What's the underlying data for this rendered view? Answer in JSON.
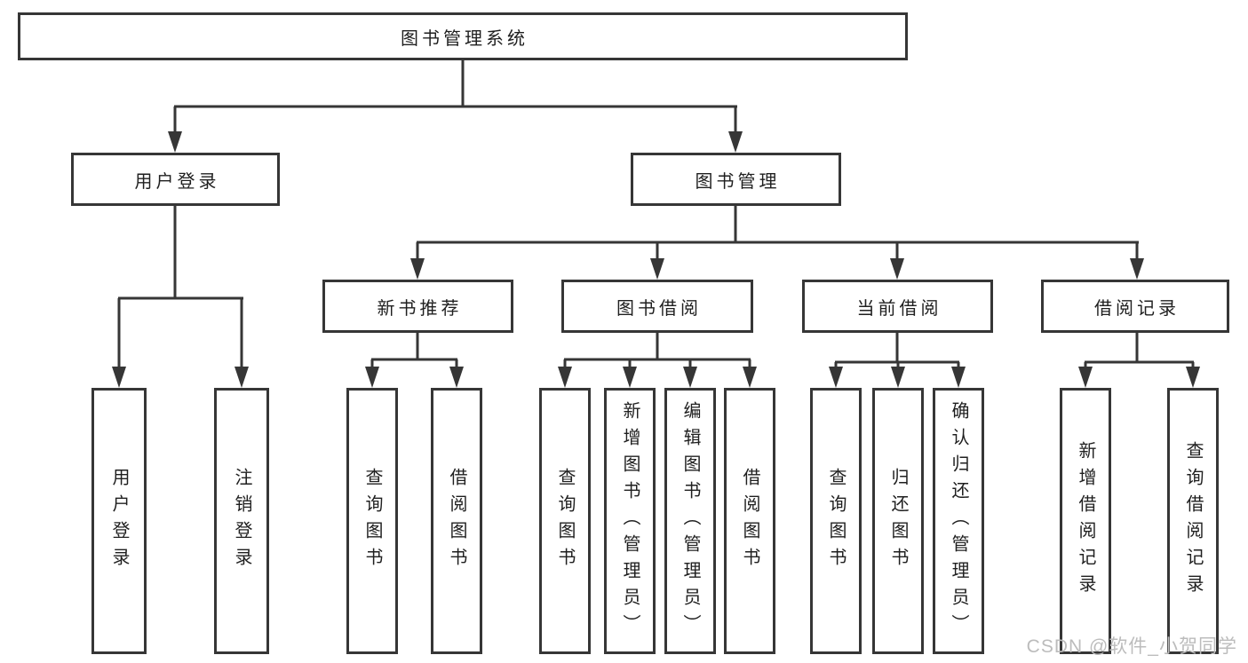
{
  "diagram": {
    "root": {
      "label": "图书管理系统"
    },
    "level2": {
      "user_login": {
        "label": "用户登录"
      },
      "book_management": {
        "label": "图书管理"
      }
    },
    "level3": {
      "new_book_recommend": {
        "label": "新书推荐"
      },
      "book_borrow": {
        "label": "图书借阅"
      },
      "current_borrow": {
        "label": "当前借阅"
      },
      "borrow_records": {
        "label": "借阅记录"
      }
    },
    "leaves": {
      "user_login": {
        "label": "用户登录"
      },
      "logout": {
        "label": "注销登录"
      },
      "recommend_query_books": {
        "label": "查询图书"
      },
      "recommend_borrow_books": {
        "label": "借阅图书"
      },
      "borrow_query_books": {
        "label": "查询图书"
      },
      "borrow_add_books": {
        "label": "新增图书（管理员）"
      },
      "borrow_edit_books": {
        "label": "编辑图书（管理员）"
      },
      "borrow_borrow_books": {
        "label": "借阅图书"
      },
      "current_query_books": {
        "label": "查询图书"
      },
      "current_return_books": {
        "label": "归还图书"
      },
      "current_confirm_return": {
        "label": "确认归还（管理员）"
      },
      "records_add_record": {
        "label": "新增借阅记录"
      },
      "records_query_record": {
        "label": "查询借阅记录"
      }
    }
  },
  "watermark": {
    "text": "CSDN @软件_小贺同学"
  },
  "colors": {
    "line": "#363636",
    "text": "#1f1f1f",
    "watermark": "#bcbcbc",
    "background": "#ffffff"
  }
}
